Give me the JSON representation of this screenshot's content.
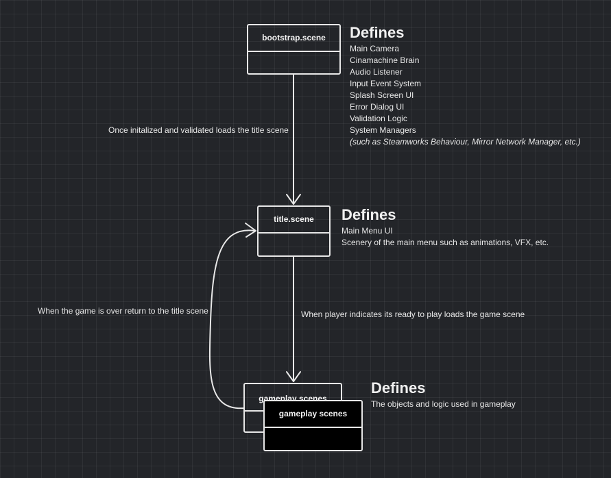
{
  "colors": {
    "background": "#232529",
    "grid": "#2e3034",
    "stroke": "#e8e8e8",
    "text": "#e6e6e6",
    "filled_node": "#000000"
  },
  "nodes": {
    "bootstrap": {
      "title": "bootstrap.scene",
      "heading": "Defines",
      "items": [
        "Main Camera",
        "Cinamachine Brain",
        "Audio Listener",
        "Input Event System",
        "Splash Screen UI",
        "Error Dialog UI",
        "Validation Logic",
        "System Managers"
      ],
      "note": "(such as Steamworks Behaviour, Mirror Network Manager, etc.)"
    },
    "title": {
      "title": "title.scene",
      "heading": "Defines",
      "items": [
        "Main Menu UI",
        "Scenery of the main menu such as animations, VFX, etc."
      ]
    },
    "gameplay": {
      "title_back": "gameplay scenes",
      "title_front": "gameplay scenes",
      "heading": "Defines",
      "items": [
        "The objects and logic used in gameplay"
      ]
    }
  },
  "edges": {
    "bootstrap_to_title": "Once initalized and validated loads the title scene",
    "title_to_gameplay": "When player indicates its ready to play loads the game scene",
    "gameplay_to_title": "When the game is over return to the title scene"
  }
}
